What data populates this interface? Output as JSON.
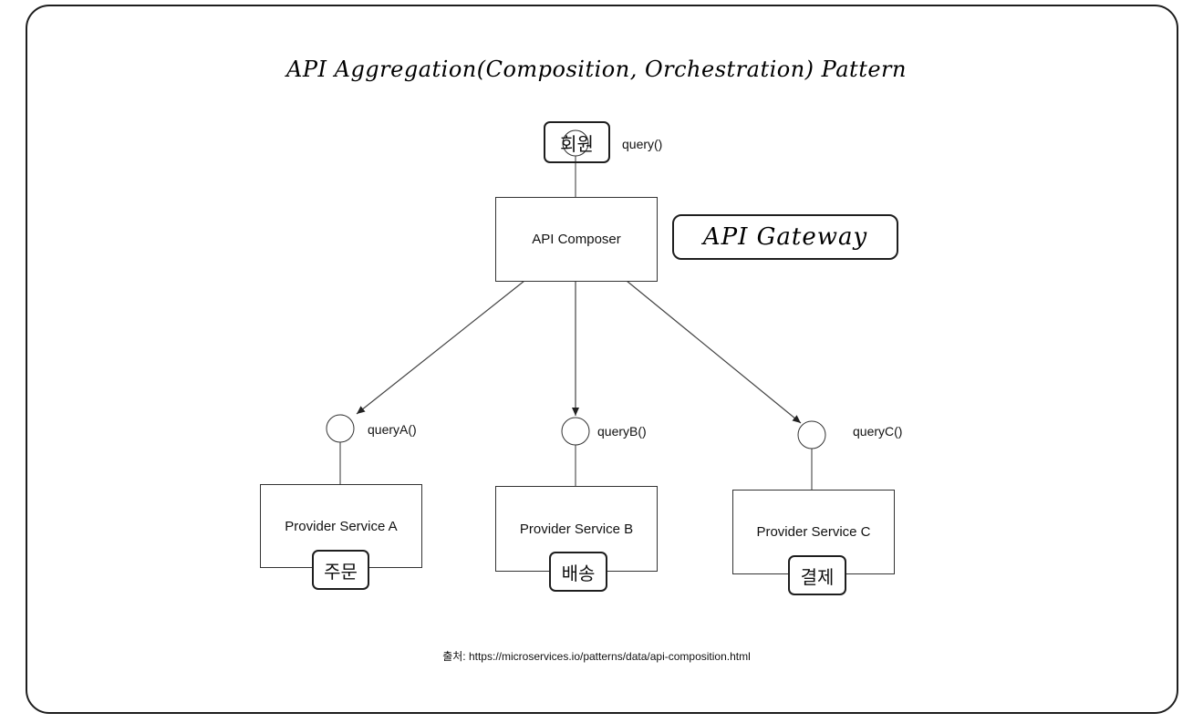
{
  "title": "API Aggregation(Composition, Orchestration) Pattern",
  "client": {
    "label": "회원",
    "query": "query()"
  },
  "composer": {
    "label": "API Composer"
  },
  "gateway": {
    "label": "API Gateway"
  },
  "providers": [
    {
      "label": "Provider Service A",
      "query": "queryA()",
      "tag": "주문"
    },
    {
      "label": "Provider Service B",
      "query": "queryB()",
      "tag": "배송"
    },
    {
      "label": "Provider Service C",
      "query": "queryC()",
      "tag": "결제"
    }
  ],
  "source": "출처: https://microservices.io/patterns/data/api-composition.html"
}
